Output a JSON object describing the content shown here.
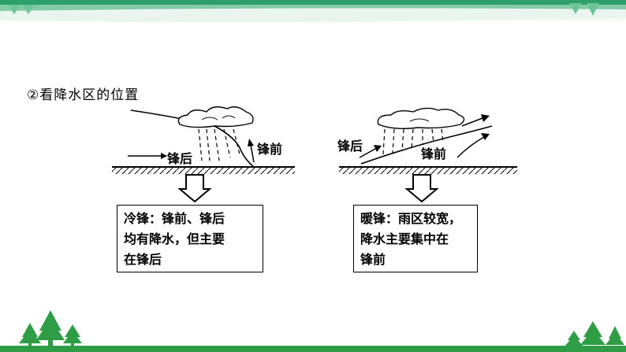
{
  "section": {
    "title": "②看降水区的位置"
  },
  "cold_front": {
    "label_behind": "锋后",
    "label_front": "锋前",
    "description_lines": [
      "冷锋：锋前、锋后",
      "均有降水，但主要",
      "在锋后"
    ]
  },
  "warm_front": {
    "label_behind": "锋后",
    "label_front": "锋前",
    "description_lines": [
      "暖锋：雨区较宽，",
      "降水主要集中在",
      "锋前"
    ]
  },
  "colors": {
    "header_green": "#2e9e6a",
    "header_light": "#e8f4ee",
    "tree_green": "#2f9d46",
    "bottom_bar": "#2f9d46"
  }
}
